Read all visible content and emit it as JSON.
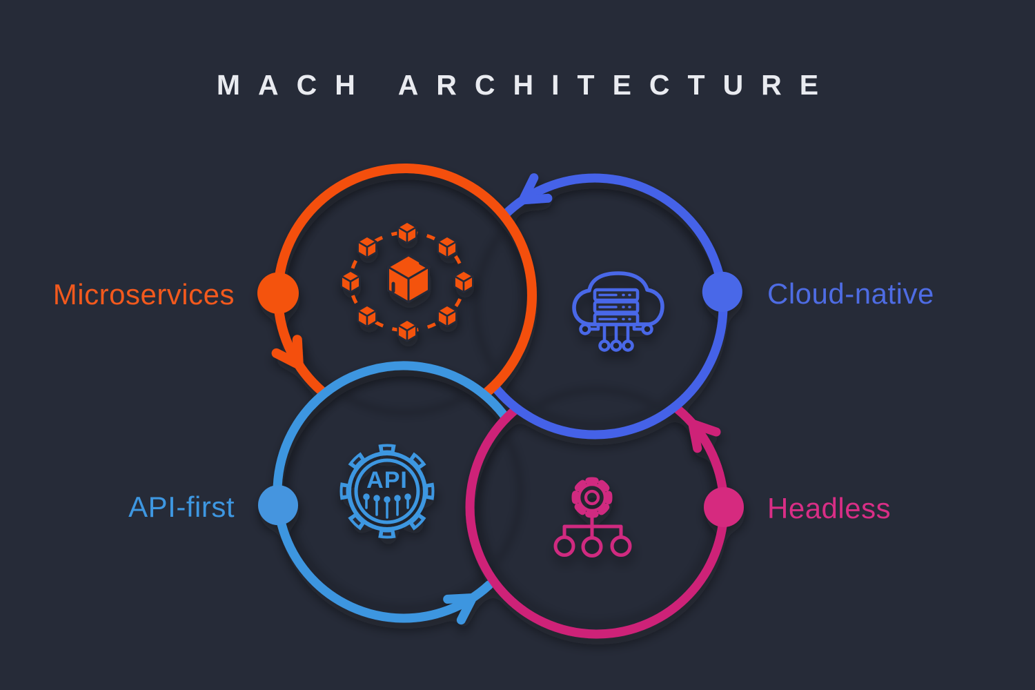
{
  "title": "MACH ARCHITECTURE",
  "background": "#262B38",
  "nodes": [
    {
      "id": "microservices",
      "label": "Microservices",
      "ring_color": "#F4500C",
      "label_color": "#F2591D",
      "icon": "blockchain-cubes-icon"
    },
    {
      "id": "cloud_native",
      "label": "Cloud-native",
      "ring_color": "#4462E8",
      "label_color": "#4E6CE3",
      "icon": "cloud-server-icon"
    },
    {
      "id": "api_first",
      "label": "API-first",
      "ring_color": "#3E96E0",
      "label_color": "#3E97E1",
      "icon": "api-gear-icon",
      "icon_text": "API"
    },
    {
      "id": "headless",
      "label": "Headless",
      "ring_color": "#CE2378",
      "label_color": "#D92E86",
      "icon": "gear-hierarchy-icon"
    }
  ]
}
